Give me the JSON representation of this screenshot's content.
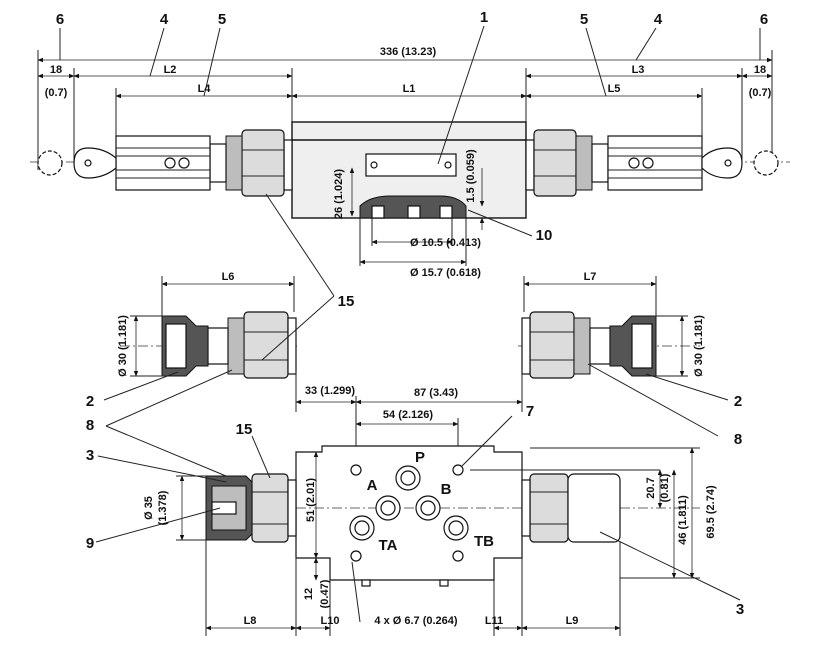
{
  "callouts": {
    "c1": "1",
    "c2": "2",
    "c3": "3",
    "c4": "4",
    "c5": "5",
    "c6": "6",
    "c7": "7",
    "c8": "8",
    "c9": "9",
    "c10": "10",
    "c15": "15"
  },
  "dims": {
    "overall": "336 (13.23)",
    "d18": "18",
    "d18_in": "(0.7)",
    "L1": "L1",
    "L2": "L2",
    "L3": "L3",
    "L4": "L4",
    "L5": "L5",
    "L6": "L6",
    "L7": "L7",
    "L8": "L8",
    "L9": "L9",
    "L10": "L10",
    "L11": "L11",
    "d26": "26 (1.024)",
    "d1_5": "1.5 (0.059)",
    "d10_5": "Ø 10.5 (0.413)",
    "d15_7": "Ø 15.7 (0.618)",
    "d30": "Ø 30 (1.181)",
    "d33": "33 (1.299)",
    "d87": "87 (3.43)",
    "d54": "54 (2.126)",
    "d35": "Ø 35",
    "d35_in": "(1.378)",
    "d51": "51 (2.01)",
    "d12": "12",
    "d12_in": "(0.47)",
    "d20_7": "20.7",
    "d20_7_in": "(0.81)",
    "d46": "46 (1.811)",
    "d69_5": "69.5 (2.74)",
    "holes": "4 x Ø 6.7 (0.264)"
  },
  "ports": {
    "P": "P",
    "A": "A",
    "B": "B",
    "TA": "TA",
    "TB": "TB"
  }
}
